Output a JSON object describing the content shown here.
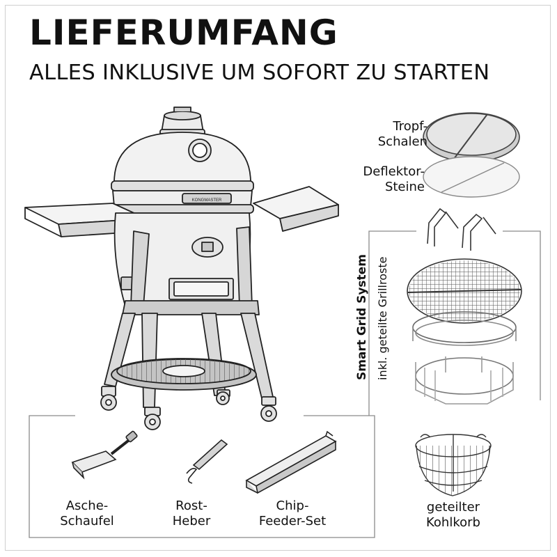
{
  "header": {
    "title": "LIEFERUMFANG",
    "subtitle": "ALLES INKLUSIVE UM SOFORT ZU STARTEN"
  },
  "grill": {
    "brand_plate": "KONGMASTER"
  },
  "parts": {
    "drip_trays": {
      "line1": "Tropf-",
      "line2": "Schalen"
    },
    "deflector_stones": {
      "line1": "Deflektor-",
      "line2": "Steine"
    },
    "smart_grid": {
      "title": "Smart Grid System",
      "subtitle": "inkl. geteilte Grillroste"
    },
    "ash_shovel": {
      "line1": "Asche-",
      "line2": "Schaufel"
    },
    "grate_lifter": {
      "line1": "Rost-",
      "line2": "Heber"
    },
    "chip_feeder": {
      "line1": "Chip-",
      "line2": "Feeder-Set"
    },
    "charcoal_basket": {
      "line1": "geteilter",
      "line2": "Kohlkorb"
    }
  },
  "colors": {
    "outline": "#222222",
    "fill_light": "#f1f1f1",
    "fill_mid": "#d9d9d9",
    "fill_dark": "#b8b8b8",
    "divider": "#8a8a8a"
  }
}
